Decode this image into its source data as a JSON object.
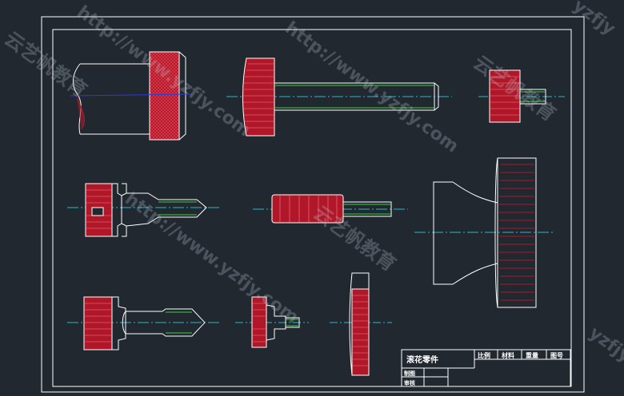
{
  "title_block": {
    "part_name": "滚花零件",
    "headers": [
      "比例",
      "材料",
      "重量",
      "图号"
    ],
    "rows": [
      "制图",
      "审核"
    ]
  },
  "watermarks": {
    "url": "http://www.yzfjy.com",
    "brand": "云艺帆教育",
    "corner": "yzfjy"
  },
  "colors": {
    "background": "#212830",
    "outline": "#ffffff",
    "knurl_fill": "#b0182a",
    "centerline": "#27b7c8",
    "hidden": "#3ad13a",
    "section_line": "#2a3bd6"
  }
}
